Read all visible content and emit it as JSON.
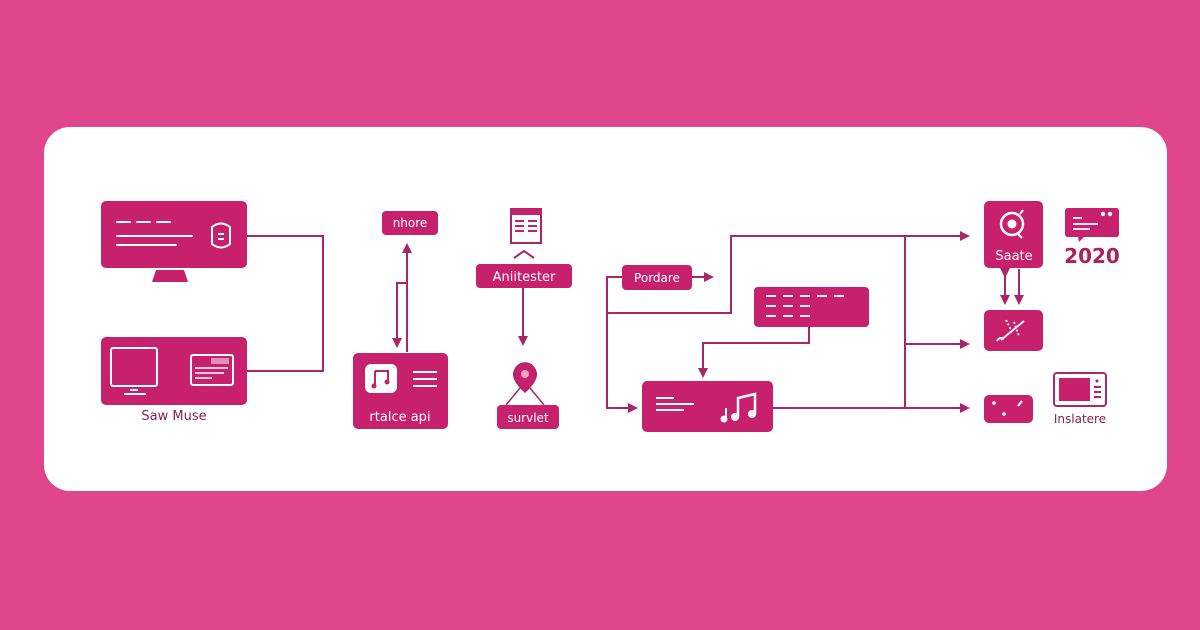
{
  "colors": {
    "background": "#e0468c",
    "card": "#ffffff",
    "node_fill": "#c7206c",
    "line": "#a8276a",
    "node_text": "#ffffff",
    "outer_text": "#8a1f55"
  },
  "nodes": {
    "server_monitor": {
      "icon": "database-icon"
    },
    "saw_muse": {
      "label": "Saw Muse",
      "icons": [
        "monitor-icon",
        "window-card-icon"
      ]
    },
    "nhore": {
      "label": "nhore"
    },
    "rtalce_api": {
      "label": "rtalce api",
      "icons": [
        "music-app-icon",
        "menu-lines-icon"
      ]
    },
    "aniitester": {
      "label": "Aniitester",
      "icon": "document-table-icon"
    },
    "survlet": {
      "label": "survlet",
      "icon": "location-pin-icon"
    },
    "pordare": {
      "label": "Pordare"
    },
    "text_block": {
      "icon": "dashed-text-icon"
    },
    "music_player": {
      "icons": [
        "text-lines-icon",
        "music-notes-icon"
      ]
    },
    "saate": {
      "label": "Saate",
      "icon": "vinyl-disc-icon"
    },
    "chat_2020": {
      "label": "2020",
      "icon": "chat-bubble-icon"
    },
    "tools": {
      "icon": "wrench-tool-icon"
    },
    "dots": {
      "icon": "dots-icon"
    },
    "inslatere": {
      "label": "Inslatere",
      "icon": "microwave-icon"
    }
  }
}
